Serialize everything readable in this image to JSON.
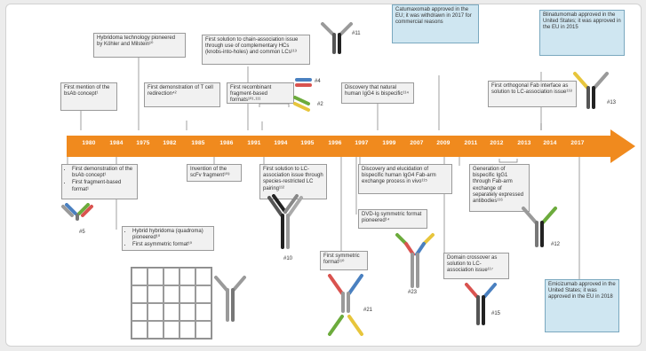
{
  "timeline": {
    "years": [
      "1980",
      "1984",
      "1975",
      "1982",
      "1985",
      "1986",
      "1991",
      "1994",
      "1995",
      "1996",
      "1997",
      "1999",
      "2007",
      "2009",
      "2011",
      "2012",
      "2013",
      "2014",
      "2017"
    ]
  },
  "events_above": [
    {
      "id": "hybridoma-tech",
      "text": "Hybridoma technology pioneered by Köhler and Milstein¹⁰"
    },
    {
      "id": "first-mention",
      "text": "First mention of the bsAb concept¹"
    },
    {
      "id": "t-cell-redirection",
      "text": "First demonstration of T cell redirection⁴²"
    },
    {
      "id": "chain-association",
      "text": "First solution to chain-association issue through use of complementary HCs (knobs-into-holes) and common LCs¹¹³"
    },
    {
      "id": "recombinant-fragment",
      "text": "First recombinant fragment-based formats¹⁰¹·¹¹¹"
    },
    {
      "id": "catumaxomab",
      "text": "Catumaxomab approved in the EU; it was withdrawn in 2017 for commercial reasons",
      "highlight": true
    },
    {
      "id": "igg4-bispecific",
      "text": "Discovery that natural human IgG4 is bispecific¹¹⁴"
    },
    {
      "id": "blinatumomab",
      "text": "Blinatumomab approved in the United States; it was approved in the EU in 2015",
      "highlight": true
    },
    {
      "id": "orthogonal-fab",
      "text": "First orthogonal Fab interface as solution to LC-association issue¹¹⁸"
    }
  ],
  "events_below": [
    {
      "id": "bsab-demonstration",
      "items": [
        "First demonstration of the bsAb concept¹",
        "First fragment-based format¹"
      ]
    },
    {
      "id": "scfv-invention",
      "text": "Invention of the scFv fragment¹⁰³"
    },
    {
      "id": "species-restricted",
      "text": "First solution to LC-association issue through species-restricted LC pairing¹¹²"
    },
    {
      "id": "fab-arm-exchange",
      "text": "Discovery and elucidation of bispecific human IgG4 Fab-arm exchange process in vivo¹¹⁵"
    },
    {
      "id": "dvd-ig",
      "text": "DVD-Ig symmetric format pioneered¹⁴"
    },
    {
      "id": "separately-expressed",
      "text": "Generation of bispecific IgG1 through Fab-arm exchange of separately expressed antibodies¹¹⁶"
    },
    {
      "id": "hybrid-hybridoma",
      "items": [
        "Hybrid hybridoma (quadroma) pioneered¹⁰",
        "First asymmetric format¹⁰"
      ]
    },
    {
      "id": "symmetric-format",
      "text": "First symmetric format¹¹⁰"
    },
    {
      "id": "domain-crossover",
      "text": "Domain crossover as solution to LC-association issue¹¹⁷"
    },
    {
      "id": "emicizumab",
      "text": "Emicizumab approved in the United States; it was approved in the EU in 2018",
      "highlight": true
    }
  ],
  "format_labels": [
    "#5",
    "#10",
    "#11",
    "#4",
    "#2",
    "#21",
    "#23",
    "#15",
    "#12",
    "#13"
  ],
  "colors": {
    "arrow": "#f08a1e",
    "highlight_box": "#cfe6f1",
    "box": "#f1f1f1",
    "heavy_chain": "#9a9a9a",
    "red": "#d9534f",
    "blue": "#4a80c0",
    "green": "#6cab3c",
    "yellow": "#e7c53c"
  }
}
